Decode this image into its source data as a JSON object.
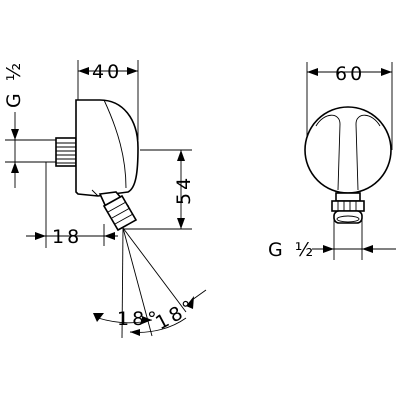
{
  "dimensions": {
    "side_thread": "G ½",
    "side_width": "40",
    "side_height": "54",
    "side_offset": "18",
    "angle_left": "18°",
    "angle_right": "18°",
    "front_width": "60",
    "front_thread": "G ½"
  }
}
